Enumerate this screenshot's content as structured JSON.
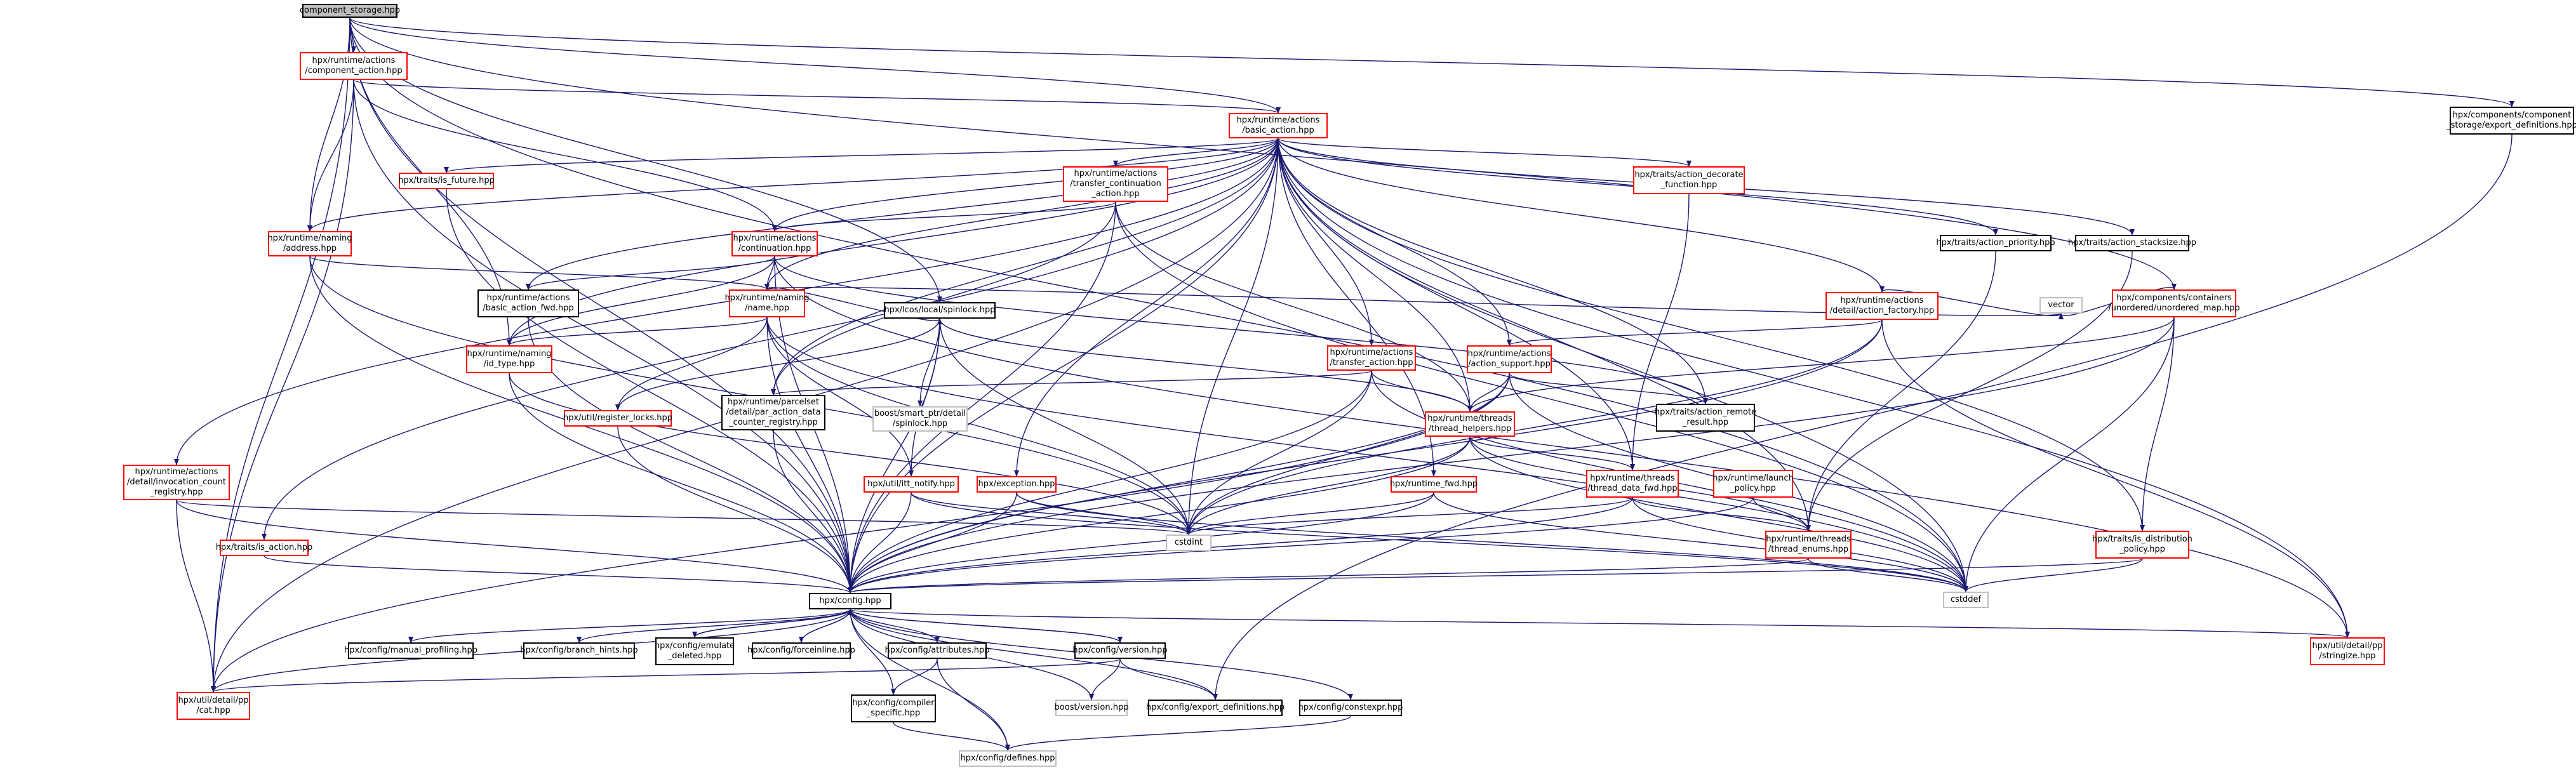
{
  "nodes": [
    {
      "id": "root",
      "label": "component_storage.hpp",
      "style": "root"
    },
    {
      "id": "component_action",
      "label": "hpx/runtime/actions\n/component_action.hpp",
      "style": "red"
    },
    {
      "id": "export_defs_comp",
      "label": "hpx/components/component\n_storage/export_definitions.hpp",
      "style": "black"
    },
    {
      "id": "basic_action",
      "label": "hpx/runtime/actions\n/basic_action.hpp",
      "style": "red"
    },
    {
      "id": "is_future",
      "label": "hpx/traits/is_future.hpp",
      "style": "red"
    },
    {
      "id": "transfer_continuation",
      "label": "hpx/runtime/actions\n/transfer_continuation\n_action.hpp",
      "style": "red"
    },
    {
      "id": "action_decorate",
      "label": "hpx/traits/action_decorate\n_function.hpp",
      "style": "red"
    },
    {
      "id": "action_priority",
      "label": "hpx/traits/action_priority.hpp",
      "style": "black"
    },
    {
      "id": "action_stacksize",
      "label": "hpx/traits/action_stacksize.hpp",
      "style": "black"
    },
    {
      "id": "address",
      "label": "hpx/runtime/naming\n/address.hpp",
      "style": "red"
    },
    {
      "id": "continuation",
      "label": "hpx/runtime/actions\n/continuation.hpp",
      "style": "red"
    },
    {
      "id": "basic_action_fwd",
      "label": "hpx/runtime/actions\n/basic_action_fwd.hpp",
      "style": "black"
    },
    {
      "id": "name",
      "label": "hpx/runtime/naming\n/name.hpp",
      "style": "red"
    },
    {
      "id": "action_factory",
      "label": "hpx/runtime/actions\n/detail/action_factory.hpp",
      "style": "red"
    },
    {
      "id": "unordered_map",
      "label": "hpx/components/containers\n/unordered/unordered_map.hpp",
      "style": "red"
    },
    {
      "id": "id_type",
      "label": "hpx/runtime/naming\n/id_type.hpp",
      "style": "red"
    },
    {
      "id": "spinlock",
      "label": "hpx/lcos/local/spinlock.hpp",
      "style": "black"
    },
    {
      "id": "transfer_action",
      "label": "hpx/runtime/actions\n/transfer_action.hpp",
      "style": "red"
    },
    {
      "id": "action_support",
      "label": "hpx/runtime/actions\n/action_support.hpp",
      "style": "red"
    },
    {
      "id": "vector",
      "label": "vector",
      "style": "grey"
    },
    {
      "id": "register_locks",
      "label": "hpx/util/register_locks.hpp",
      "style": "red"
    },
    {
      "id": "par_action_data",
      "label": "hpx/runtime/parcelset\n/detail/par_action_data\n_counter_registry.hpp",
      "style": "black"
    },
    {
      "id": "boost_spinlock",
      "label": "boost/smart_ptr/detail\n/spinlock.hpp",
      "style": "grey"
    },
    {
      "id": "thread_helpers",
      "label": "hpx/runtime/threads\n/thread_helpers.hpp",
      "style": "red"
    },
    {
      "id": "action_remote_result",
      "label": "hpx/traits/action_remote\n_result.hpp",
      "style": "black"
    },
    {
      "id": "invocation_count",
      "label": "hpx/runtime/actions\n/detail/invocation_count\n_registry.hpp",
      "style": "red"
    },
    {
      "id": "itt_notify",
      "label": "hpx/util/itt_notify.hpp",
      "style": "red"
    },
    {
      "id": "exception",
      "label": "hpx/exception.hpp",
      "style": "red"
    },
    {
      "id": "runtime_fwd",
      "label": "hpx/runtime_fwd.hpp",
      "style": "red"
    },
    {
      "id": "thread_data_fwd",
      "label": "hpx/runtime/threads\n/thread_data_fwd.hpp",
      "style": "red"
    },
    {
      "id": "launch_policy",
      "label": "hpx/runtime/launch\n_policy.hpp",
      "style": "red"
    },
    {
      "id": "cstdint",
      "label": "cstdint",
      "style": "grey"
    },
    {
      "id": "is_action",
      "label": "hpx/traits/is_action.hpp",
      "style": "red"
    },
    {
      "id": "thread_enums",
      "label": "hpx/runtime/threads\n/thread_enums.hpp",
      "style": "red"
    },
    {
      "id": "is_distribution_policy",
      "label": "hpx/traits/is_distribution\n_policy.hpp",
      "style": "red"
    },
    {
      "id": "config",
      "label": "hpx/config.hpp",
      "style": "black"
    },
    {
      "id": "cstddef",
      "label": "cstddef",
      "style": "grey"
    },
    {
      "id": "manual_profiling",
      "label": "hpx/config/manual_profiling.hpp",
      "style": "black"
    },
    {
      "id": "branch_hints",
      "label": "hpx/config/branch_hints.hpp",
      "style": "black"
    },
    {
      "id": "emulate_deleted",
      "label": "hpx/config/emulate\n_deleted.hpp",
      "style": "black"
    },
    {
      "id": "forceinline",
      "label": "hpx/config/forceinline.hpp",
      "style": "black"
    },
    {
      "id": "attributes",
      "label": "hpx/config/attributes.hpp",
      "style": "black"
    },
    {
      "id": "version",
      "label": "hpx/config/version.hpp",
      "style": "black"
    },
    {
      "id": "stringize",
      "label": "hpx/util/detail/pp\n/stringize.hpp",
      "style": "red"
    },
    {
      "id": "cat",
      "label": "hpx/util/detail/pp\n/cat.hpp",
      "style": "red"
    },
    {
      "id": "compiler_specific",
      "label": "hpx/config/compiler\n_specific.hpp",
      "style": "black"
    },
    {
      "id": "boost_version",
      "label": "boost/version.hpp",
      "style": "grey"
    },
    {
      "id": "export_definitions",
      "label": "hpx/config/export_definitions.hpp",
      "style": "black"
    },
    {
      "id": "constexpr",
      "label": "hpx/config/constexpr.hpp",
      "style": "black"
    },
    {
      "id": "defines",
      "label": "hpx/config/defines.hpp",
      "style": "grey"
    }
  ],
  "edges": [
    [
      "root",
      "component_action"
    ],
    [
      "root",
      "export_defs_comp"
    ],
    [
      "root",
      "basic_action"
    ],
    [
      "root",
      "address"
    ],
    [
      "root",
      "id_type"
    ],
    [
      "root",
      "spinlock"
    ],
    [
      "root",
      "config"
    ],
    [
      "root",
      "cstddef"
    ],
    [
      "root",
      "unordered_map"
    ],
    [
      "root",
      "cat"
    ],
    [
      "component_action",
      "basic_action"
    ],
    [
      "component_action",
      "address"
    ],
    [
      "component_action",
      "continuation"
    ],
    [
      "component_action",
      "config"
    ],
    [
      "component_action",
      "cat"
    ],
    [
      "export_defs_comp",
      "export_definitions"
    ],
    [
      "basic_action",
      "is_future"
    ],
    [
      "basic_action",
      "transfer_continuation"
    ],
    [
      "basic_action",
      "action_decorate"
    ],
    [
      "basic_action",
      "action_priority"
    ],
    [
      "basic_action",
      "action_stacksize"
    ],
    [
      "basic_action",
      "address"
    ],
    [
      "basic_action",
      "continuation"
    ],
    [
      "basic_action",
      "basic_action_fwd"
    ],
    [
      "basic_action",
      "name"
    ],
    [
      "basic_action",
      "action_factory"
    ],
    [
      "basic_action",
      "id_type"
    ],
    [
      "basic_action",
      "transfer_action"
    ],
    [
      "basic_action",
      "action_support"
    ],
    [
      "basic_action",
      "par_action_data"
    ],
    [
      "basic_action",
      "action_remote_result"
    ],
    [
      "basic_action",
      "invocation_count"
    ],
    [
      "basic_action",
      "exception"
    ],
    [
      "basic_action",
      "runtime_fwd"
    ],
    [
      "basic_action",
      "thread_data_fwd"
    ],
    [
      "basic_action",
      "cstdint"
    ],
    [
      "basic_action",
      "is_action"
    ],
    [
      "basic_action",
      "thread_enums"
    ],
    [
      "basic_action",
      "is_distribution_policy"
    ],
    [
      "basic_action",
      "config"
    ],
    [
      "basic_action",
      "stringize"
    ],
    [
      "basic_action",
      "cat"
    ],
    [
      "basic_action",
      "cstddef"
    ],
    [
      "basic_action",
      "thread_helpers"
    ],
    [
      "is_future",
      "config"
    ],
    [
      "transfer_continuation",
      "continuation"
    ],
    [
      "transfer_continuation",
      "par_action_data"
    ],
    [
      "transfer_continuation",
      "thread_helpers"
    ],
    [
      "transfer_continuation",
      "config"
    ],
    [
      "transfer_continuation",
      "cstddef"
    ],
    [
      "action_decorate",
      "thread_data_fwd"
    ],
    [
      "action_priority",
      "thread_enums"
    ],
    [
      "action_stacksize",
      "thread_enums"
    ],
    [
      "address",
      "name"
    ],
    [
      "address",
      "config"
    ],
    [
      "address",
      "cstdint"
    ],
    [
      "continuation",
      "basic_action_fwd"
    ],
    [
      "continuation",
      "name"
    ],
    [
      "continuation",
      "id_type"
    ],
    [
      "continuation",
      "config"
    ],
    [
      "continuation",
      "stringize"
    ],
    [
      "continuation",
      "action_remote_result"
    ],
    [
      "basic_action_fwd",
      "config"
    ],
    [
      "name",
      "id_type"
    ],
    [
      "name",
      "spinlock"
    ],
    [
      "name",
      "register_locks"
    ],
    [
      "name",
      "itt_notify"
    ],
    [
      "name",
      "config"
    ],
    [
      "name",
      "cstdint"
    ],
    [
      "name",
      "vector"
    ],
    [
      "name",
      "cstddef"
    ],
    [
      "action_factory",
      "action_support"
    ],
    [
      "action_factory",
      "config"
    ],
    [
      "action_factory",
      "vector"
    ],
    [
      "action_factory",
      "stringize"
    ],
    [
      "action_factory",
      "cstdint"
    ],
    [
      "unordered_map",
      "vector"
    ],
    [
      "unordered_map",
      "is_distribution_policy"
    ],
    [
      "unordered_map",
      "config"
    ],
    [
      "unordered_map",
      "cstddef"
    ],
    [
      "unordered_map",
      "thread_helpers"
    ],
    [
      "id_type",
      "config"
    ],
    [
      "id_type",
      "cstdint"
    ],
    [
      "spinlock",
      "register_locks"
    ],
    [
      "spinlock",
      "boost_spinlock"
    ],
    [
      "spinlock",
      "itt_notify"
    ],
    [
      "spinlock",
      "config"
    ],
    [
      "spinlock",
      "cstdint"
    ],
    [
      "spinlock",
      "thread_helpers"
    ],
    [
      "transfer_action",
      "par_action_data"
    ],
    [
      "transfer_action",
      "thread_helpers"
    ],
    [
      "transfer_action",
      "config"
    ],
    [
      "transfer_action",
      "cstdint"
    ],
    [
      "transfer_action",
      "cstddef"
    ],
    [
      "action_support",
      "thread_helpers"
    ],
    [
      "action_support",
      "action_remote_result"
    ],
    [
      "action_support",
      "config"
    ],
    [
      "action_support",
      "cstdint"
    ],
    [
      "action_support",
      "cstddef"
    ],
    [
      "action_support",
      "cat"
    ],
    [
      "register_locks",
      "config"
    ],
    [
      "par_action_data",
      "config"
    ],
    [
      "thread_helpers",
      "thread_data_fwd"
    ],
    [
      "thread_helpers",
      "thread_enums"
    ],
    [
      "thread_helpers",
      "config"
    ],
    [
      "thread_helpers",
      "cstdint"
    ],
    [
      "thread_helpers",
      "cstddef"
    ],
    [
      "invocation_count",
      "config"
    ],
    [
      "invocation_count",
      "cat"
    ],
    [
      "invocation_count",
      "cstdint"
    ],
    [
      "itt_notify",
      "config"
    ],
    [
      "itt_notify",
      "cstdint"
    ],
    [
      "itt_notify",
      "cstddef"
    ],
    [
      "exception",
      "config"
    ],
    [
      "exception",
      "cstdint"
    ],
    [
      "exception",
      "cstddef"
    ],
    [
      "runtime_fwd",
      "config"
    ],
    [
      "runtime_fwd",
      "cstdint"
    ],
    [
      "runtime_fwd",
      "cstddef"
    ],
    [
      "thread_data_fwd",
      "thread_enums"
    ],
    [
      "thread_data_fwd",
      "config"
    ],
    [
      "thread_data_fwd",
      "cstdint"
    ],
    [
      "thread_data_fwd",
      "cstddef"
    ],
    [
      "launch_policy",
      "thread_enums"
    ],
    [
      "launch_policy",
      "config"
    ],
    [
      "is_action",
      "config"
    ],
    [
      "thread_enums",
      "config"
    ],
    [
      "thread_enums",
      "cstddef"
    ],
    [
      "is_distribution_policy",
      "config"
    ],
    [
      "is_distribution_policy",
      "cstddef"
    ],
    [
      "config",
      "manual_profiling"
    ],
    [
      "config",
      "branch_hints"
    ],
    [
      "config",
      "emulate_deleted"
    ],
    [
      "config",
      "forceinline"
    ],
    [
      "config",
      "attributes"
    ],
    [
      "config",
      "version"
    ],
    [
      "config",
      "stringize"
    ],
    [
      "config",
      "cat"
    ],
    [
      "config",
      "compiler_specific"
    ],
    [
      "config",
      "boost_version"
    ],
    [
      "config",
      "export_definitions"
    ],
    [
      "config",
      "constexpr"
    ],
    [
      "config",
      "defines"
    ],
    [
      "emulate_deleted",
      "config"
    ],
    [
      "forceinline",
      "config"
    ],
    [
      "version",
      "config"
    ],
    [
      "attributes",
      "compiler_specific"
    ],
    [
      "attributes",
      "defines"
    ],
    [
      "version",
      "export_definitions"
    ],
    [
      "version",
      "boost_version"
    ],
    [
      "version",
      "cat"
    ],
    [
      "compiler_specific",
      "defines"
    ],
    [
      "constexpr",
      "defines"
    ]
  ],
  "colors": {
    "edge": "#191970",
    "red_border": "#ff0000",
    "black_border": "#000000",
    "grey_border": "#bfbfbf",
    "root_fill": "#bfbfbf"
  }
}
